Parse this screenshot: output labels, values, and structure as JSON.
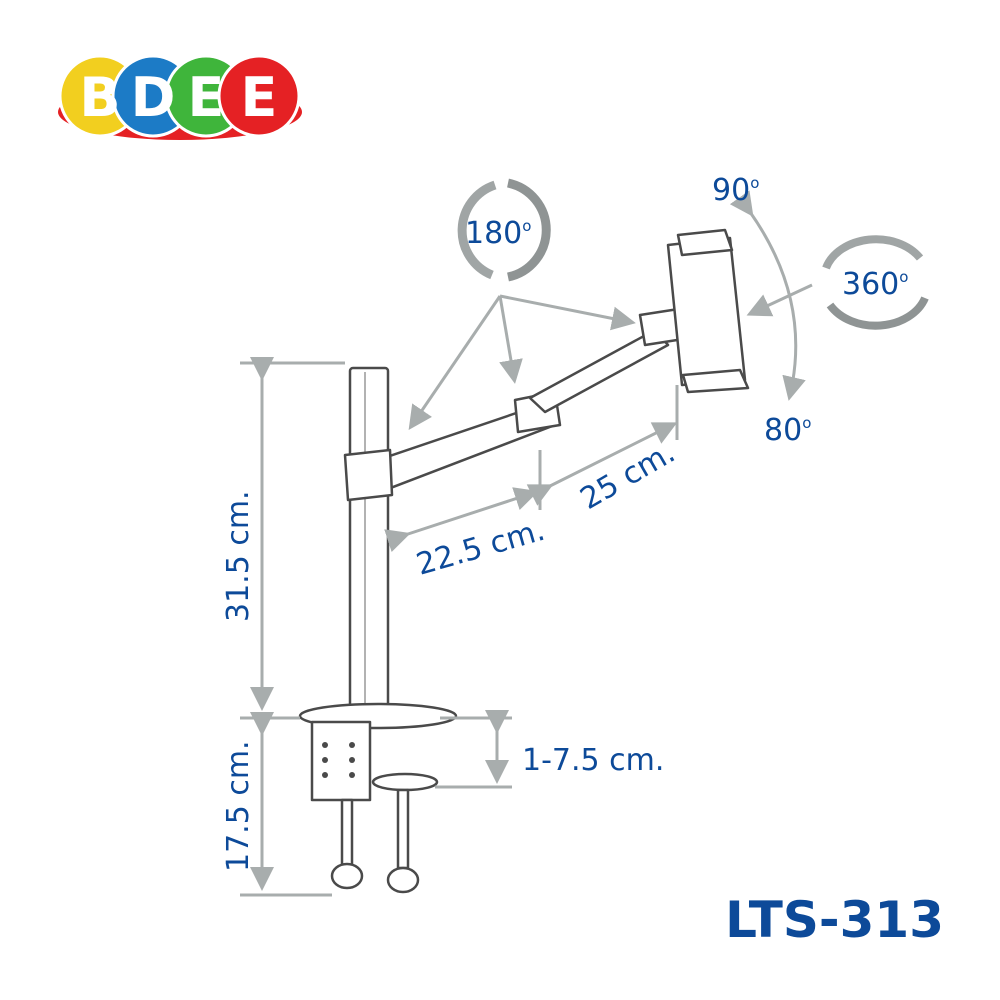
{
  "logo": {
    "letters": [
      "B",
      "D",
      "E",
      "E"
    ],
    "colors": [
      "#f2cf1f",
      "#1c7bc6",
      "#3fb53b",
      "#e52124"
    ],
    "shadow_color": "#e52124"
  },
  "rotations": {
    "arm_swivel": "180",
    "tilt_up": "90",
    "tilt_down": "80",
    "rotate": "360",
    "degree_mark": "o"
  },
  "dimensions": {
    "pole_height": "31.5 cm.",
    "clamp_height": "17.5 cm.",
    "desk_thickness": "1-7.5 cm.",
    "arm_1": "22.5 cm.",
    "arm_2": "25 cm."
  },
  "model": "LTS-313",
  "colors": {
    "text": "#0d4a99",
    "dimension_lines": "#a8adad"
  }
}
